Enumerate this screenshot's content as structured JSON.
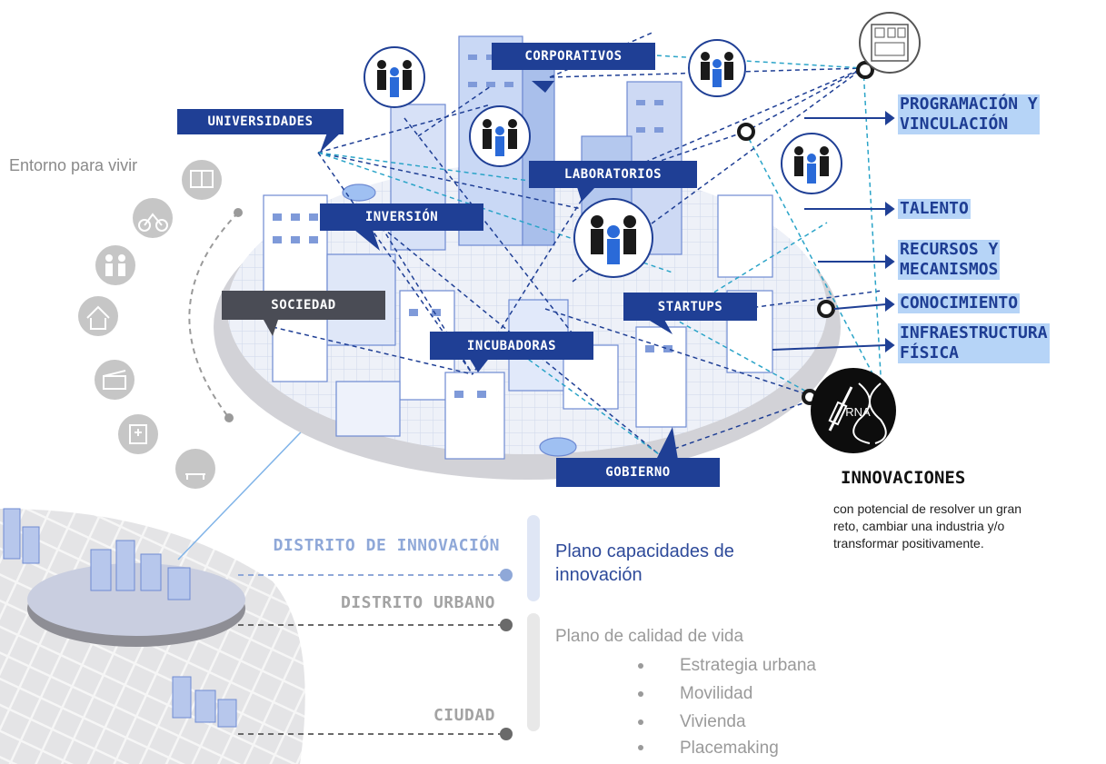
{
  "left_side": {
    "title": "Entorno para vivir",
    "icons": [
      "book-icon",
      "bicycle-icon",
      "family-icon",
      "home-icon",
      "clapperboard-icon",
      "hospital-icon",
      "park-bench-icon"
    ]
  },
  "actors": {
    "corporativos": "CORPORATIVOS",
    "universidades": "UNIVERSIDADES",
    "laboratorios": "LABORATORIOS",
    "inversion": "INVERSIÓN",
    "sociedad": "SOCIEDAD",
    "startups": "STARTUPS",
    "incubadoras": "INCUBADORAS",
    "gobierno": "GOBIERNO"
  },
  "resources": {
    "programacion": "PROGRAMACIÓN Y\nVINCULACIÓN",
    "talento": "TALENTO",
    "recursos": "RECURSOS Y\nMECANISMOS",
    "conocimiento": "CONOCIMIENTO",
    "infraestructura": "INFRAESTRUCTURA\nFÍSICA"
  },
  "innovations": {
    "title": "INNOVACIONES",
    "description": "con potencial de resolver un gran reto, cambiar una industria y/o transformar positivamente.",
    "badge_text": "RNA"
  },
  "levels": {
    "distrito_innovacion": "DISTRITO DE INNOVACIÓN",
    "distrito_urbano": "DISTRITO URBANO",
    "ciudad": "CIUDAD"
  },
  "planes": {
    "innovacion": "Plano capacidades de innovación",
    "calidad_vida": "Plano de calidad de vida",
    "calidad_items": [
      "Estrategia urbana",
      "Movilidad",
      "Vivienda",
      "Placemaking"
    ]
  },
  "colors": {
    "navy": "#1f3f95",
    "dark_tag": "#4a4c55",
    "label_highlight": "#b6d4f7",
    "innovation_level": "#8fa8d8",
    "muted_gray": "#9a9a9a"
  }
}
